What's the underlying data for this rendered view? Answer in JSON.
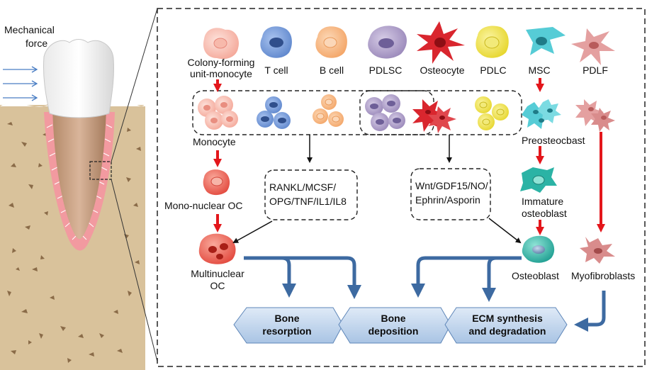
{
  "left_panel": {
    "force_label_line1": "Mechanical",
    "force_label_line2": "force"
  },
  "cells": {
    "cfu_line1": "Colony-forming",
    "cfu_line2": "unit-monocyte",
    "t_cell": "T cell",
    "b_cell": "B cell",
    "pdlsc": "PDLSC",
    "osteocyte": "Osteocyte",
    "pdlc": "PDLC",
    "msc": "MSC",
    "pdlf": "PDLF"
  },
  "stages": {
    "monocyte": "Monocyte",
    "mono_oc": "Mono-nuclear OC",
    "multi_oc_line1": "Multinuclear",
    "multi_oc_line2": "OC",
    "preosteoblast": "Preosteocbast",
    "immature_line1": "Immature",
    "immature_line2": "osteoblast",
    "osteoblast": "Osteoblast",
    "myofibroblasts": "Myofibroblasts"
  },
  "factor_boxes": {
    "left_line1": "RANKL/MCSF/",
    "left_line2": "OPG/TNF/IL1/IL8",
    "right_line1": "Wnt/GDF15/NO/",
    "right_line2": "Ephrin/Asporin"
  },
  "outcomes": {
    "bone_resorption_line1": "Bone",
    "bone_resorption_line2": "resorption",
    "bone_deposition_line1": "Bone",
    "bone_deposition_line2": "deposition",
    "ecm_line1": "ECM synthesis",
    "ecm_line2": "and degradation"
  },
  "colors": {
    "red_arrow": "#e3161b",
    "blue_arrow": "#3d6aa1",
    "outcome_fill": "#c9dcf1",
    "bone_fill": "#d9c29b",
    "gum_pink": "#f2a0a4",
    "oc_red": "#ee5a50",
    "t_cell_blue": "#6f97d6",
    "b_cell_orange": "#f5b07a",
    "pdlsc_purple": "#a795c2",
    "osteocyte_red": "#d9262e",
    "pdlc_yellow": "#ecde3b",
    "msc_teal": "#56ccd6",
    "pdlf_pink": "#d98c8c",
    "osteoblast_teal": "#2bb3a5"
  }
}
